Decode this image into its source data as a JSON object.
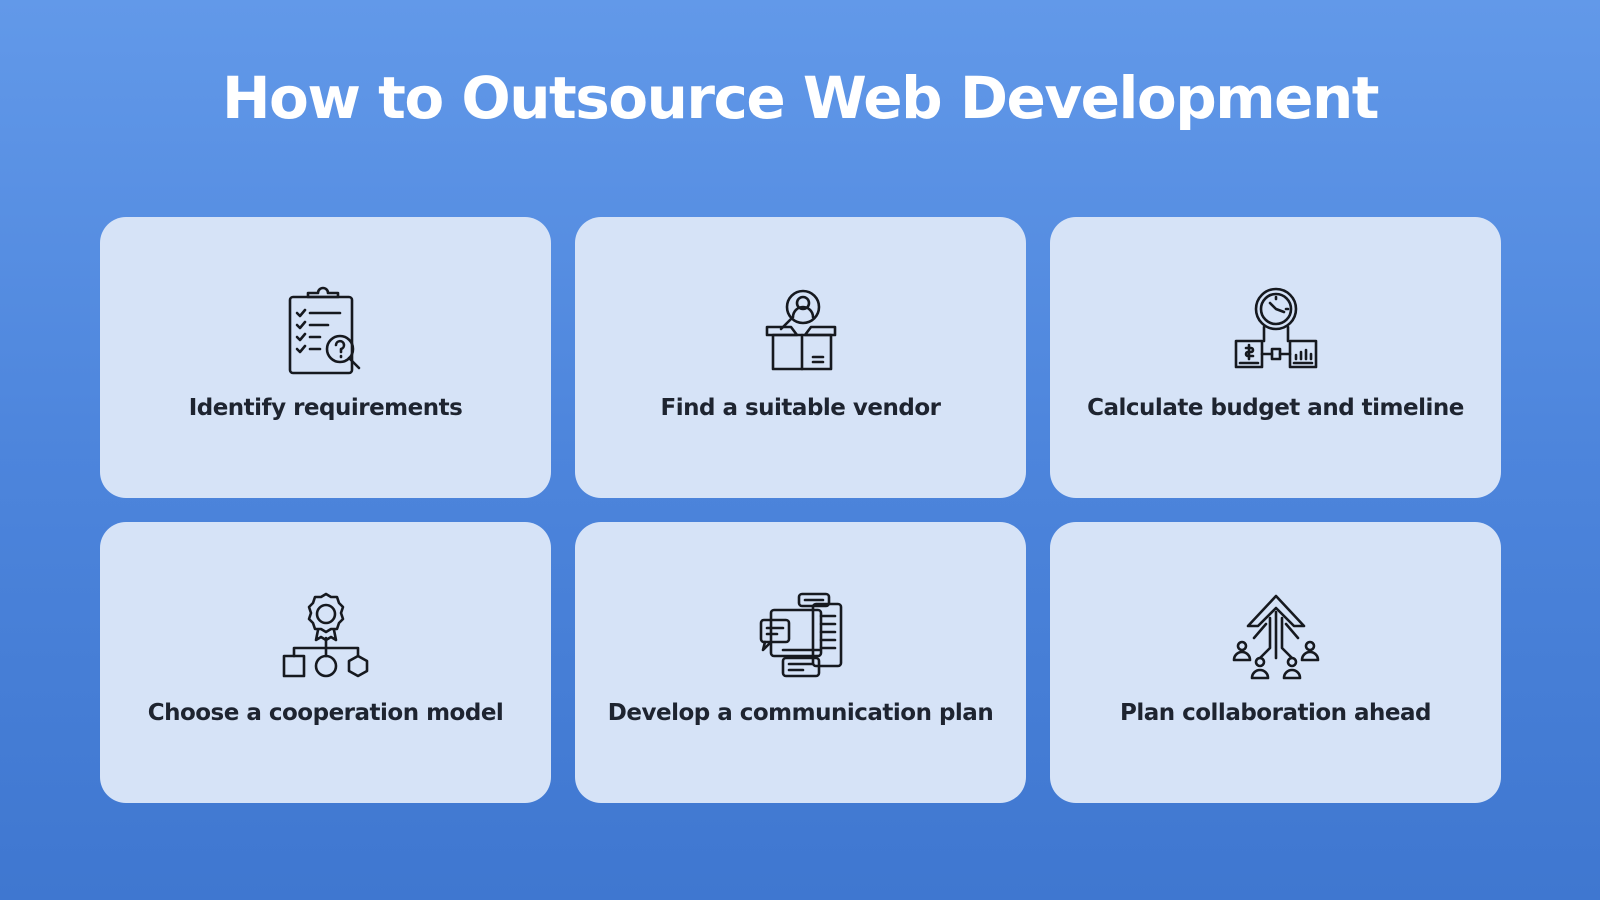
{
  "title": "How to Outsource Web Development",
  "steps": [
    {
      "label": "Identify requirements",
      "icon": "clipboard-search-icon"
    },
    {
      "label": "Find a suitable vendor",
      "icon": "vendor-box-icon"
    },
    {
      "label": "Calculate budget and timeline",
      "icon": "budget-clock-icon"
    },
    {
      "label": "Choose a cooperation model",
      "icon": "cooperation-model-icon"
    },
    {
      "label": "Develop a communication plan",
      "icon": "communication-plan-icon"
    },
    {
      "label": "Plan collaboration ahead",
      "icon": "collaboration-arrow-icon"
    }
  ]
}
